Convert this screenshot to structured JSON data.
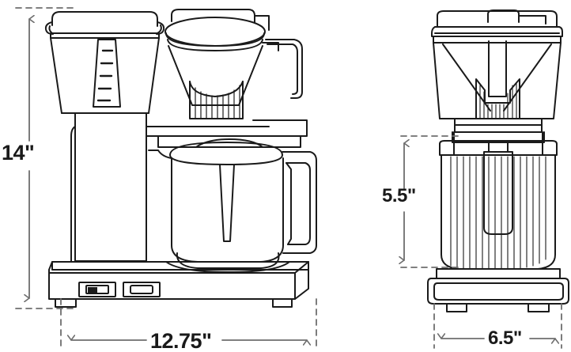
{
  "drawing": {
    "type": "technical-dimension-drawing",
    "subject": "drip-coffee-maker",
    "background_color": "#ffffff",
    "line_color": "#1a1a1a",
    "dimension_line_color": "#6e6e6e",
    "text_color": "#1a1a1a",
    "views": [
      {
        "name": "front-view",
        "label": "front elevation",
        "components": [
          "water-reservoir",
          "reservoir-lid",
          "water-level-gauge",
          "brew-basket",
          "brew-basket-lid",
          "filter-holder",
          "brew-basket-handle",
          "glass-carafe",
          "carafe-lid",
          "carafe-handle",
          "warming-plate",
          "base-housing",
          "power-switch",
          "control-button",
          "feet"
        ]
      },
      {
        "name": "side-view",
        "label": "side elevation",
        "components": [
          "reservoir-lid",
          "brew-basket",
          "filter-cone",
          "glass-carafe",
          "carafe-handle",
          "base-housing",
          "feet"
        ]
      }
    ]
  },
  "dimensions": {
    "front_height": {
      "value": "14\"",
      "numeric": 14,
      "unit": "inches",
      "orientation": "vertical",
      "view": "front-view",
      "measures": "overall-height"
    },
    "front_width": {
      "value": "12.75\"",
      "numeric": 12.75,
      "unit": "inches",
      "orientation": "horizontal",
      "view": "front-view",
      "measures": "overall-width"
    },
    "side_height": {
      "value": "5.5\"",
      "numeric": 5.5,
      "unit": "inches",
      "orientation": "vertical",
      "view": "side-view",
      "measures": "carafe-section-height"
    },
    "side_width": {
      "value": "6.5\"",
      "numeric": 6.5,
      "unit": "inches",
      "orientation": "horizontal",
      "view": "side-view",
      "measures": "overall-depth"
    }
  }
}
